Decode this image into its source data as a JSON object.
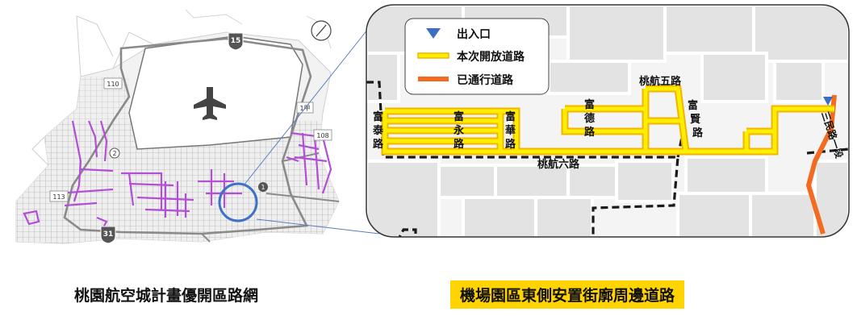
{
  "captions": {
    "left": "桃園航空城計畫優開區路網",
    "right": "機場園區東側安置街廓周邊道路"
  },
  "overview_map": {
    "highway_15": "15",
    "highway_31": "31",
    "road_110": "110",
    "road_113": "113",
    "road_108": "108",
    "road_2": "2",
    "road_1": "1",
    "road_1jia": "1甲",
    "airport_icon": "airplane-icon",
    "compass_icon": "north-arrow-icon"
  },
  "legend": {
    "entrance": "出入口",
    "open_roads": "本次開放道路",
    "existing_roads": "已通行道路"
  },
  "inset_roads": {
    "fu_tai": "富泰路",
    "fu_yong": "富永路",
    "fu_hua": "富華路",
    "fu_de": "富德路",
    "taohang_5": "桃航五路",
    "fu_xian": "富賢路",
    "taohang_6": "桃航六路",
    "sanmin": "三民路一段"
  },
  "colors": {
    "open_road": "#ffee00",
    "open_road_edge": "#f2b600",
    "existing_road": "#f26b21",
    "entrance": "#3a6fc4",
    "highlight_circle": "#3d72c4",
    "purple_roads": "#b34fd6",
    "caption_bg": "#ffd400"
  }
}
